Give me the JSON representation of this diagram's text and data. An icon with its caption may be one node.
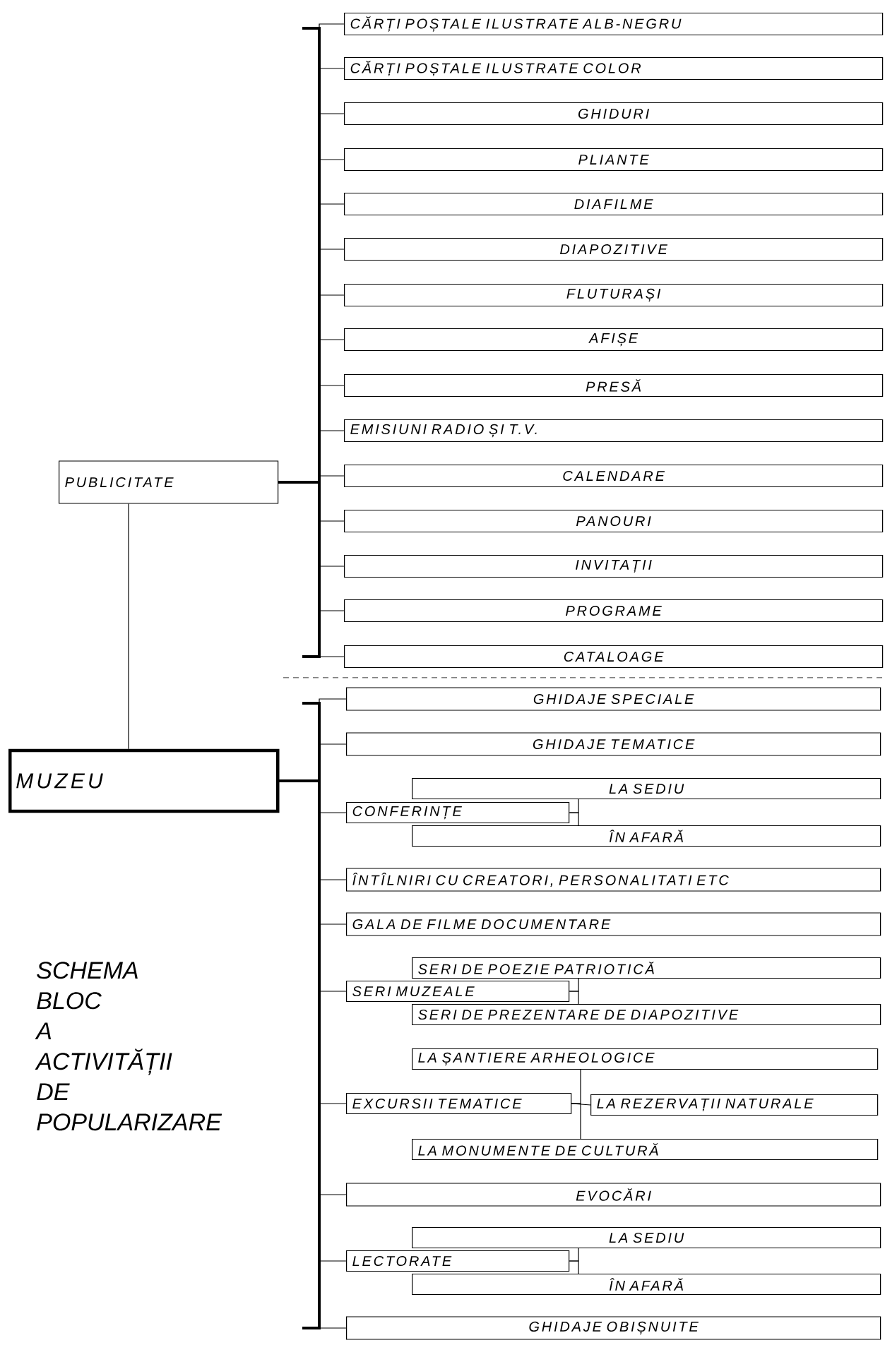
{
  "diagram": {
    "title": "SCHEMA BLOC A ACTIVITĂȚII DE POPULARIZARE",
    "nodes": [
      {
        "text": [
          "MUZEU"
        ]
      },
      {
        "text": [
          "PUBLICITATE"
        ]
      },
      {
        "text": [
          "CĂRȚI POȘTALE ILUSTRATE ALB-NEGRU"
        ]
      },
      {
        "text": [
          "CĂRȚI POȘTALE ILUSTRATE COLOR"
        ]
      },
      {
        "text": [
          "GHIDURI"
        ]
      },
      {
        "text": [
          "PLIANTE"
        ]
      },
      {
        "text": [
          "DIAFILME"
        ]
      },
      {
        "text": [
          "DIAPOZITIVE"
        ]
      },
      {
        "text": [
          "FLUTURAȘI"
        ]
      },
      {
        "text": [
          "AFIȘE"
        ]
      },
      {
        "text": [
          "PRESĂ"
        ]
      },
      {
        "text": [
          "EMISIUNI RADIO ȘI T.V."
        ]
      },
      {
        "text": [
          "CALENDARE"
        ]
      },
      {
        "text": [
          "PANOURI"
        ]
      },
      {
        "text": [
          "INVITAȚII"
        ]
      },
      {
        "text": [
          "PROGRAME"
        ]
      },
      {
        "text": [
          "CATALOAGE"
        ]
      },
      {
        "text": [
          "GHIDAJE SPECIALE"
        ]
      },
      {
        "text": [
          "GHIDAJE TEMATICE"
        ]
      },
      {
        "text": [
          "CONFERINȚE"
        ]
      },
      {
        "text": [
          "LA SEDIU"
        ]
      },
      {
        "text": [
          "ÎN AFARĂ"
        ]
      },
      {
        "text": [
          "ÎNTÎLNIRI CU CREATORI, PERSONALITATI ETC"
        ]
      },
      {
        "text": [
          "GALA DE FILME DOCUMENTARE"
        ]
      },
      {
        "text": [
          "SERI MUZEALE"
        ]
      },
      {
        "text": [
          "SERI DE POEZIE PATRIOTICĂ"
        ]
      },
      {
        "text": [
          "SERI DE PREZENTARE DE DIAPOZITIVE"
        ]
      },
      {
        "text": [
          "EXCURSII TEMATICE"
        ]
      },
      {
        "text": [
          "LA ȘANTIERE ARHEOLOGICE"
        ]
      },
      {
        "text": [
          "LA REZERVAȚII NATURALE"
        ]
      },
      {
        "text": [
          "LA MONUMENTE DE CULTURĂ"
        ]
      },
      {
        "text": [
          "EVOCĂRI"
        ]
      },
      {
        "text": [
          "LECTORATE"
        ]
      },
      {
        "text": [
          "LA SEDIU"
        ]
      },
      {
        "text": [
          "ÎN AFARĂ"
        ]
      },
      {
        "text": [
          "GHIDAJE OBIȘNUITE"
        ]
      }
    ],
    "edges": [
      {
        "from": 0,
        "to": 1,
        "arrow": "none"
      },
      {
        "from": 1,
        "to": 2,
        "arrow": "none"
      },
      {
        "from": 1,
        "to": 3,
        "arrow": "none"
      },
      {
        "from": 1,
        "to": 4,
        "arrow": "none"
      },
      {
        "from": 1,
        "to": 5,
        "arrow": "none"
      },
      {
        "from": 1,
        "to": 6,
        "arrow": "none"
      },
      {
        "from": 1,
        "to": 7,
        "arrow": "none"
      },
      {
        "from": 1,
        "to": 8,
        "arrow": "none"
      },
      {
        "from": 1,
        "to": 9,
        "arrow": "none"
      },
      {
        "from": 1,
        "to": 10,
        "arrow": "none"
      },
      {
        "from": 1,
        "to": 11,
        "arrow": "none"
      },
      {
        "from": 1,
        "to": 12,
        "arrow": "none"
      },
      {
        "from": 1,
        "to": 13,
        "arrow": "none"
      },
      {
        "from": 1,
        "to": 14,
        "arrow": "none"
      },
      {
        "from": 1,
        "to": 15,
        "arrow": "none"
      },
      {
        "from": 1,
        "to": 16,
        "arrow": "none"
      },
      {
        "from": 0,
        "to": 17,
        "arrow": "none"
      },
      {
        "from": 0,
        "to": 18,
        "arrow": "none"
      },
      {
        "from": 0,
        "to": 19,
        "arrow": "none"
      },
      {
        "from": 19,
        "to": 20,
        "arrow": "none"
      },
      {
        "from": 19,
        "to": 21,
        "arrow": "none"
      },
      {
        "from": 0,
        "to": 22,
        "arrow": "none"
      },
      {
        "from": 0,
        "to": 23,
        "arrow": "none"
      },
      {
        "from": 0,
        "to": 24,
        "arrow": "none"
      },
      {
        "from": 24,
        "to": 25,
        "arrow": "none"
      },
      {
        "from": 24,
        "to": 26,
        "arrow": "none"
      },
      {
        "from": 0,
        "to": 27,
        "arrow": "none"
      },
      {
        "from": 27,
        "to": 28,
        "arrow": "none"
      },
      {
        "from": 27,
        "to": 29,
        "arrow": "none"
      },
      {
        "from": 27,
        "to": 30,
        "arrow": "none"
      },
      {
        "from": 0,
        "to": 31,
        "arrow": "none"
      },
      {
        "from": 0,
        "to": 32,
        "arrow": "none"
      },
      {
        "from": 32,
        "to": 33,
        "arrow": "none"
      },
      {
        "from": 32,
        "to": 34,
        "arrow": "none"
      },
      {
        "from": 0,
        "to": 35,
        "arrow": "none"
      }
    ]
  }
}
